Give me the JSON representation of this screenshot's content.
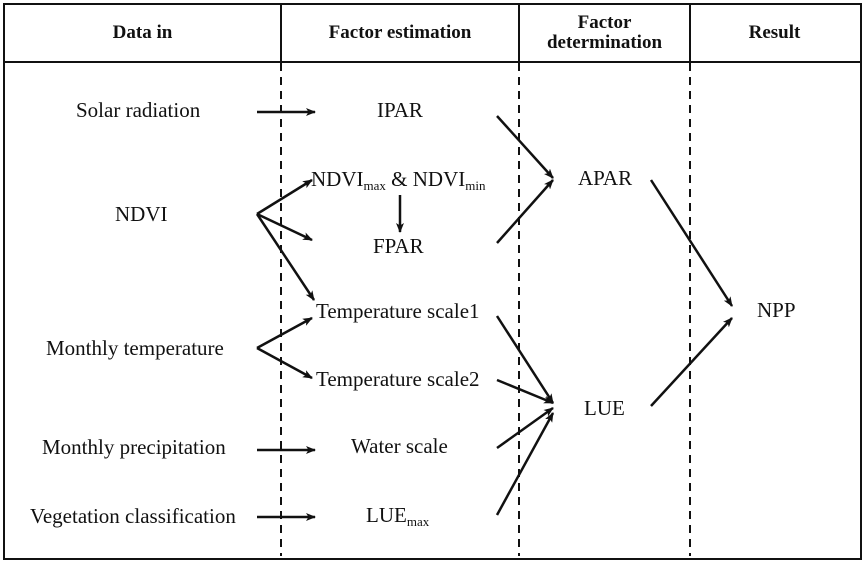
{
  "headers": {
    "data_in": "Data in",
    "factor_estimation": "Factor estimation",
    "factor_determination_line1": "Factor",
    "factor_determination_line2": "determination",
    "result": "Result"
  },
  "inputs": {
    "solar_radiation": "Solar radiation",
    "ndvi": "NDVI",
    "monthly_temperature": "Monthly temperature",
    "monthly_precipitation": "Monthly precipitation",
    "vegetation_classification": "Vegetation classification"
  },
  "factors": {
    "ipar": "IPAR",
    "ndvi_max_base": "NDVI",
    "ndvi_max_sub": "max",
    "ndvi_and": " & ",
    "ndvi_min_base": "NDVI",
    "ndvi_min_sub": "min",
    "fpar": "FPAR",
    "temperature_scale1": "Temperature scale1",
    "temperature_scale2": "Temperature scale2",
    "water_scale": "Water scale",
    "lue_max_base": "LUE",
    "lue_max_sub": "max"
  },
  "determination": {
    "apar": "APAR",
    "lue": "LUE"
  },
  "result": {
    "npp": "NPP"
  }
}
